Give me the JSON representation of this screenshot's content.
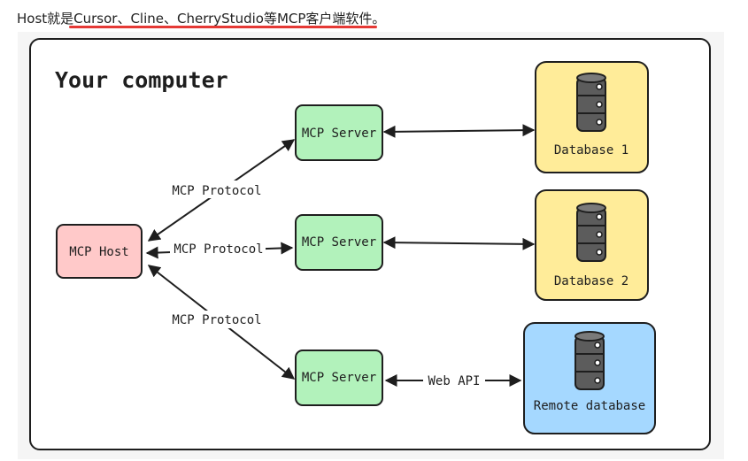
{
  "caption": {
    "prefix": "Host就是",
    "highlight": "Cursor、Cline、CherryStudio",
    "suffix": "等MCP客户端软件。"
  },
  "diagram": {
    "title": "Your computer",
    "host": {
      "label": "MCP Host",
      "fill": "#ffc9c9"
    },
    "servers": [
      {
        "label": "MCP Server",
        "fill": "#b2f2bb"
      },
      {
        "label": "MCP Server",
        "fill": "#b2f2bb"
      },
      {
        "label": "MCP Server",
        "fill": "#b2f2bb"
      }
    ],
    "databases": [
      {
        "label": "Database 1",
        "fill": "#ffec99"
      },
      {
        "label": "Database 2",
        "fill": "#ffec99"
      },
      {
        "label": "Remote database",
        "fill": "#a5d8ff"
      }
    ],
    "edges": {
      "protocol_1": "MCP Protocol",
      "protocol_2": "MCP Protocol",
      "protocol_3": "MCP Protocol",
      "web_api": "Web API"
    },
    "colors": {
      "stroke": "#1e1e1e",
      "db_icon": "#5c5c5c",
      "underline": "#e53935"
    }
  }
}
